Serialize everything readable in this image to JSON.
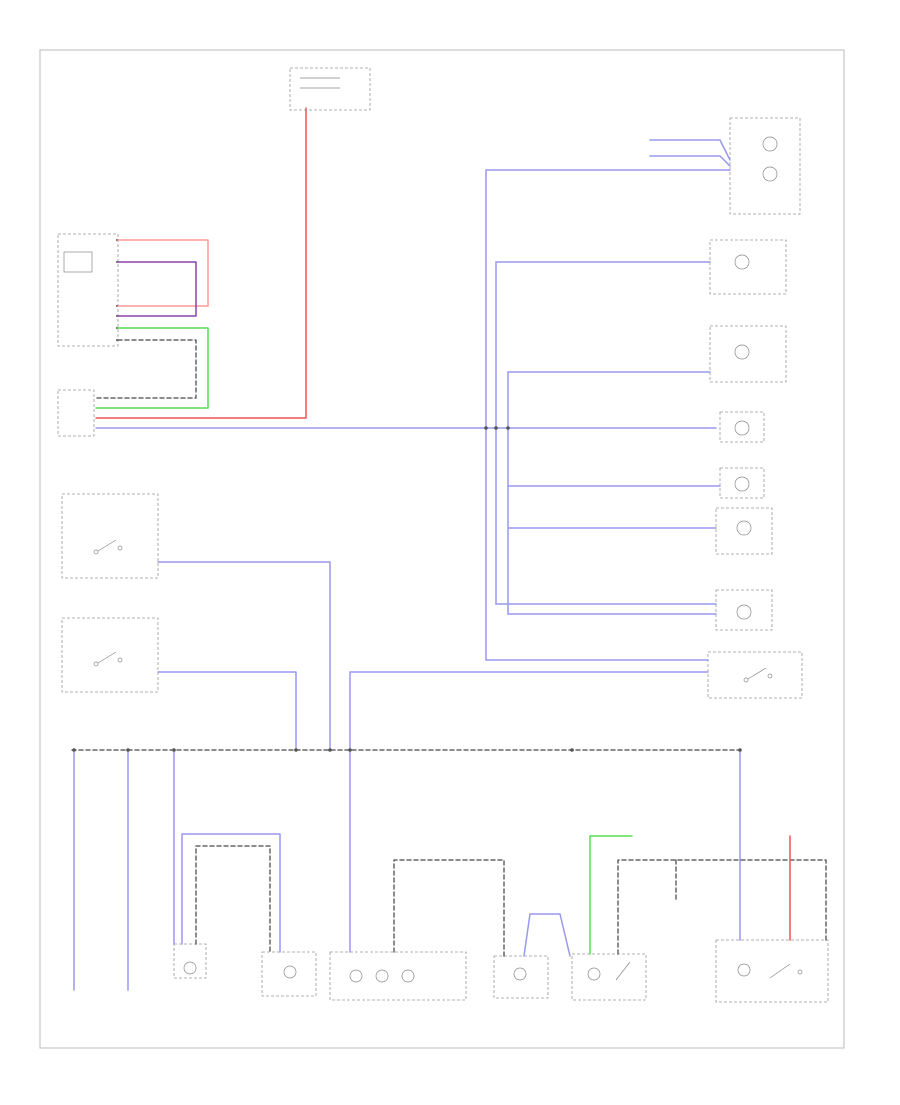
{
  "diagram": {
    "colors": {
      "blue": "#9999ee",
      "red": "#ee5555",
      "green": "#55dd55",
      "pink": "#ff9999",
      "purple": "#8844aa",
      "black": "#666666",
      "frame": "#bbbbbb"
    },
    "footer": "",
    "components": [
      {
        "key": "hot_fuse",
        "title": "",
        "note": ""
      },
      {
        "key": "instrument_cluster",
        "title": "",
        "note": ""
      },
      {
        "key": "central_module",
        "title": "",
        "note": ""
      },
      {
        "key": "switch_a",
        "title": "",
        "note": ""
      },
      {
        "key": "switch_b",
        "title": "",
        "note": ""
      },
      {
        "key": "lamp_1",
        "title": "",
        "note": ""
      },
      {
        "key": "lamp_2",
        "title": "",
        "note": ""
      },
      {
        "key": "lamp_3",
        "title": "",
        "note": ""
      },
      {
        "key": "lamp_4",
        "title": "",
        "note": ""
      },
      {
        "key": "lamp_5",
        "title": "",
        "note": ""
      },
      {
        "key": "lamp_6",
        "title": "",
        "note": ""
      },
      {
        "key": "lamp_7",
        "title": "",
        "note": ""
      },
      {
        "key": "switch_c",
        "title": "",
        "note": ""
      },
      {
        "key": "left_seat",
        "title": "",
        "note": ""
      },
      {
        "key": "right_seat",
        "title": "",
        "note": ""
      },
      {
        "key": "control_panel",
        "title": "",
        "note": ""
      },
      {
        "key": "control_unit",
        "title": "",
        "note": ""
      },
      {
        "key": "cluster_bottom",
        "title": "",
        "note": ""
      },
      {
        "key": "relay_right",
        "title": "",
        "note": ""
      }
    ]
  }
}
